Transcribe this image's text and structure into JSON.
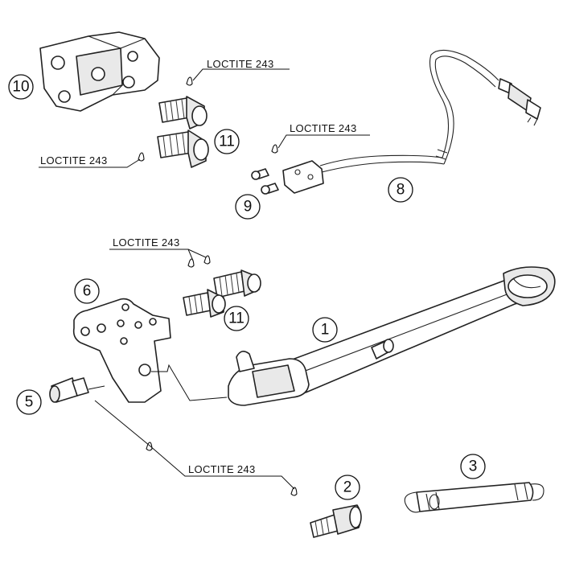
{
  "callouts": {
    "c1": "1",
    "c2": "2",
    "c3": "3",
    "c5": "5",
    "c6": "6",
    "c8": "8",
    "c9": "9",
    "c10": "10",
    "c11a": "11",
    "c11b": "11"
  },
  "notes": {
    "loctite_1": "LOCTITE 243",
    "loctite_2": "LOCTITE 243",
    "loctite_3": "LOCTITE 243",
    "loctite_4": "LOCTITE 243",
    "loctite_5": "LOCTITE 243"
  }
}
